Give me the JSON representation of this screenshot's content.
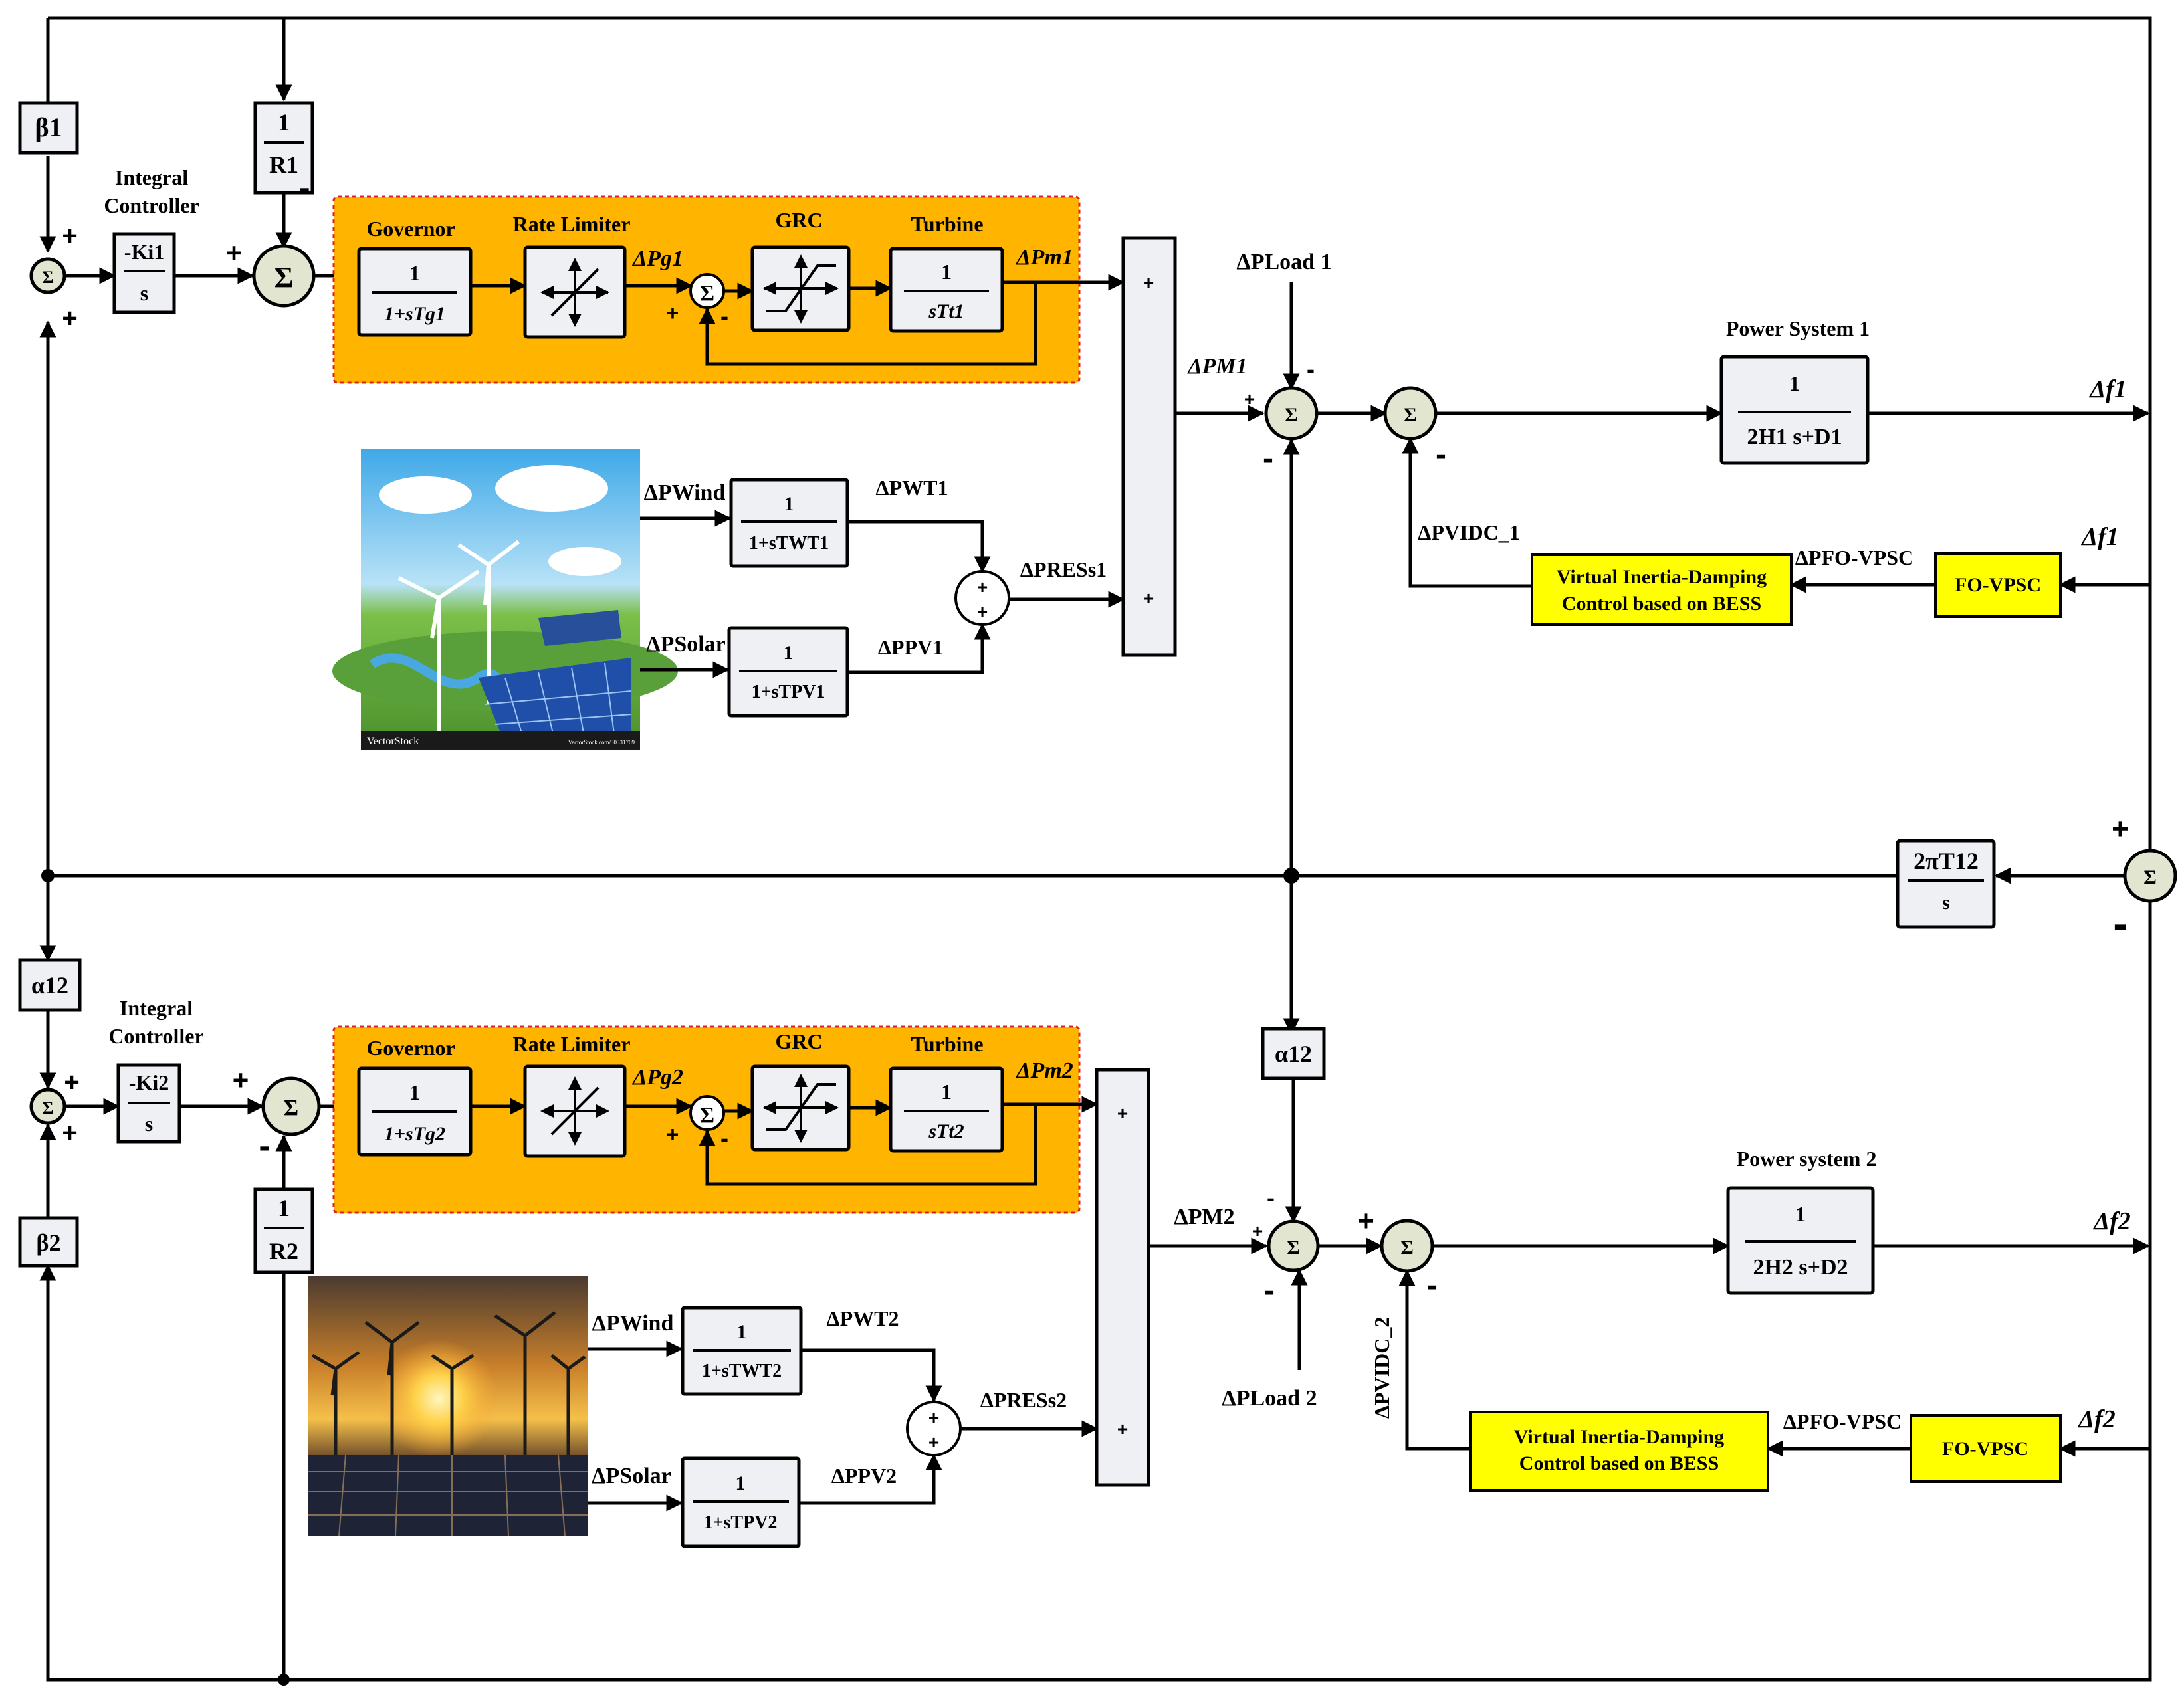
{
  "area1": {
    "beta": "β1",
    "r_num": "1",
    "r_den": "R1",
    "integral_label_1": "Integral",
    "integral_label_2": "Controller",
    "ki_num": "-Ki1",
    "ki_den": "s",
    "governor_title": "Governor",
    "gov_num": "1",
    "gov_den": "1+sTg1",
    "rate_limiter_title": "Rate Limiter",
    "grc_title": "GRC",
    "turbine_title": "Turbine",
    "turb_num": "1",
    "turb_den": "sTt1",
    "dpg": "ΔPg1",
    "dpm": "ΔPm1",
    "dpM": "ΔPM1",
    "dpload": "ΔPLoad 1",
    "power_system_title": "Power System 1",
    "ps_num": "1",
    "ps_den": "2H1 s+D1",
    "df": "Δf1",
    "df_in": "Δf1",
    "dp_wind": "ΔPWind",
    "wt_num": "1",
    "wt_den": "1+sTWT1",
    "dp_wt": "ΔPWT1",
    "dp_solar": "ΔPSolar",
    "pv_num": "1",
    "pv_den": "1+sTPV1",
    "dp_pv": "ΔPPV1",
    "dp_res": "ΔPRESs1",
    "dp_vidc": "ΔPVIDC_1",
    "dp_fo": "ΔPFO-VPSC",
    "virtual_1": "Virtual Inertia-Damping",
    "virtual_2": "Control based on BESS",
    "fovpsc": "FO-VPSC"
  },
  "area2": {
    "alpha": "α12",
    "beta": "β2",
    "r_num": "1",
    "r_den": "R2",
    "integral_label_1": "Integral",
    "integral_label_2": "Controller",
    "ki_num": "-Ki2",
    "ki_den": "s",
    "governor_title": "Governor",
    "gov_num": "1",
    "gov_den": "1+sTg2",
    "rate_limiter_title": "Rate Limiter",
    "grc_title": "GRC",
    "turbine_title": "Turbine",
    "turb_num": "1",
    "turb_den": "sTt2",
    "dpg": "ΔPg2",
    "dpm": "ΔPm2",
    "dpM": "ΔPM2",
    "dpload": "ΔPLoad 2",
    "power_system_title": "Power system  2",
    "ps_num": "1",
    "ps_den": "2H2 s+D2",
    "df": "Δf2",
    "df_in": "Δf2",
    "dp_wind": "ΔPWind",
    "wt_num": "1",
    "wt_den": "1+sTWT2",
    "dp_wt": "ΔPWT2",
    "dp_solar": "ΔPSolar",
    "pv_num": "1",
    "pv_den": "1+sTPV2",
    "dp_pv": "ΔPPV2",
    "dp_res": "ΔPRESs2",
    "dp_vidc": "ΔPVIDC_2",
    "dp_fo": "ΔPFO-VPSC",
    "virtual_1": "Virtual Inertia-Damping",
    "virtual_2": "Control based on BESS",
    "fovpsc": "FO-VPSC"
  },
  "tie": {
    "num": "2πT12",
    "den": "s",
    "alpha_mid": "α12"
  },
  "symbols": {
    "sigma": "Σ",
    "plus": "+",
    "minus": "-"
  },
  "watermark": {
    "brand": "VectorStock",
    "url": "VectorStock.com/30331769"
  },
  "colors": {
    "orange_panel": "#ffb400",
    "yellow_box": "#ffff00",
    "block_fill": "#eef0f4",
    "sum_fill": "#e2e6d0"
  }
}
